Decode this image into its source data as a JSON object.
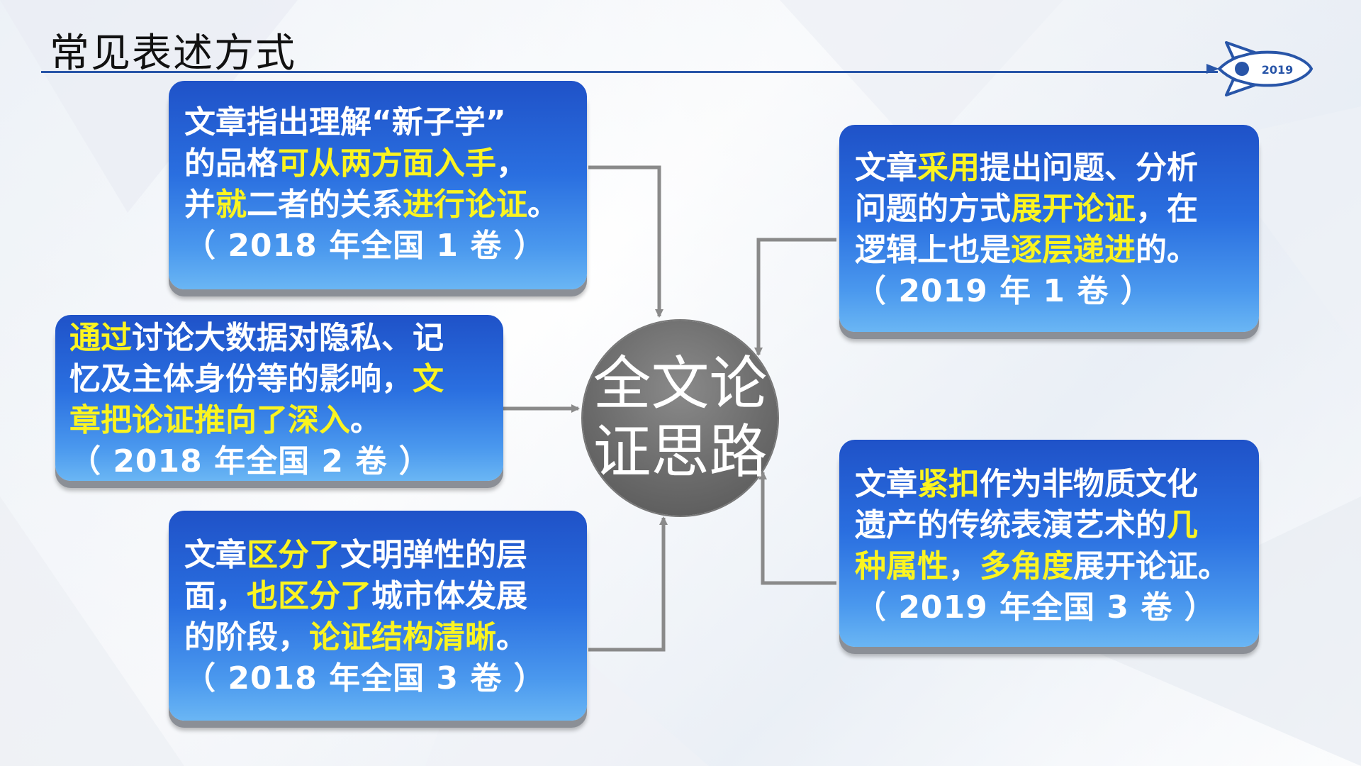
{
  "title": "常见表述方式",
  "rocket_label": "2019",
  "center_label": "全文论证思路",
  "boxes": [
    {
      "id": "box-2018-1",
      "lines": [
        [
          {
            "t": "文章指出理解“新子学”",
            "h": false
          }
        ],
        [
          {
            "t": "的品格",
            "h": false
          },
          {
            "t": "可从两方面入手",
            "h": true
          },
          {
            "t": "，",
            "h": false
          }
        ],
        [
          {
            "t": "并",
            "h": false
          },
          {
            "t": "就",
            "h": true
          },
          {
            "t": "二者的关系",
            "h": false
          },
          {
            "t": "进行论证",
            "h": true
          },
          {
            "t": "。",
            "h": false
          }
        ],
        [
          {
            "t": "（ 2018 年全国 1 卷 ）",
            "h": false
          }
        ]
      ]
    },
    {
      "id": "box-2018-2",
      "lines": [
        [
          {
            "t": "通过",
            "h": true
          },
          {
            "t": "讨论大数据对隐私、记",
            "h": false
          }
        ],
        [
          {
            "t": "忆及主体身份等的影响，",
            "h": false
          },
          {
            "t": "文",
            "h": true
          }
        ],
        [
          {
            "t": "章把论证推向了深入",
            "h": true
          },
          {
            "t": "。",
            "h": false
          }
        ],
        [
          {
            "t": "（ 2018 年全国 2 卷 ）",
            "h": false
          }
        ]
      ]
    },
    {
      "id": "box-2018-3",
      "lines": [
        [
          {
            "t": "文章",
            "h": false
          },
          {
            "t": "区分了",
            "h": true
          },
          {
            "t": "文明弹性的层",
            "h": false
          }
        ],
        [
          {
            "t": "面，",
            "h": false
          },
          {
            "t": "也区分了",
            "h": true
          },
          {
            "t": "城市体发展",
            "h": false
          }
        ],
        [
          {
            "t": "的阶段，",
            "h": false
          },
          {
            "t": "论证结构清晰",
            "h": true
          },
          {
            "t": "。",
            "h": false
          }
        ],
        [
          {
            "t": "（ 2018 年全国 3 卷 ）",
            "h": false
          }
        ]
      ]
    },
    {
      "id": "box-2019-1",
      "lines": [
        [
          {
            "t": "文章",
            "h": false
          },
          {
            "t": "采用",
            "h": true
          },
          {
            "t": "提出问题、分析",
            "h": false
          }
        ],
        [
          {
            "t": "问题的方式",
            "h": false
          },
          {
            "t": "展开论证",
            "h": true
          },
          {
            "t": "，在",
            "h": false
          }
        ],
        [
          {
            "t": "逻辑上也是",
            "h": false
          },
          {
            "t": "逐层递进",
            "h": true
          },
          {
            "t": "的。",
            "h": false
          }
        ],
        [
          {
            "t": "（ 2019 年 1 卷 ）",
            "h": false
          }
        ]
      ]
    },
    {
      "id": "box-2019-3",
      "lines": [
        [
          {
            "t": "文章",
            "h": false
          },
          {
            "t": "紧扣",
            "h": true
          },
          {
            "t": "作为非物质文化",
            "h": false
          }
        ],
        [
          {
            "t": "遗产的传统表演艺术的",
            "h": false
          },
          {
            "t": "几",
            "h": true
          }
        ],
        [
          {
            "t": "种属性",
            "h": true
          },
          {
            "t": "，",
            "h": false
          },
          {
            "t": "多角度",
            "h": true
          },
          {
            "t": "展开论证。",
            "h": false
          }
        ],
        [
          {
            "t": "（ 2019 年全国 3 卷 ）",
            "h": false
          }
        ]
      ]
    }
  ],
  "colors": {
    "highlight": "#fbf420",
    "box_top": "#1f52c8",
    "box_bottom": "#6ab6f4",
    "header_line": "#2855a8",
    "circle": "#6b6b6b",
    "connector": "#8a8a8a"
  }
}
